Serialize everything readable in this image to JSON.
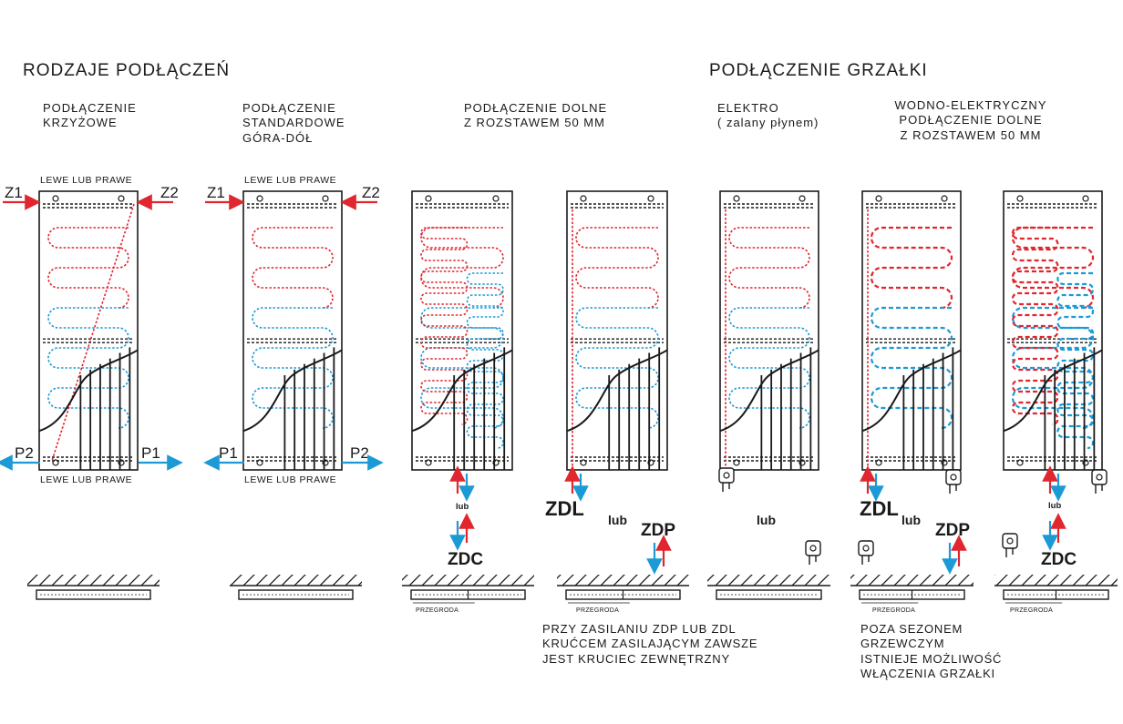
{
  "headings": {
    "left": "RODZAJE PODŁĄCZEŃ",
    "right": "PODŁĄCZENIE GRZAŁKI"
  },
  "variants": {
    "cross": "PODŁĄCZENIE\nKRZYŻOWE",
    "standard": "PODŁĄCZENIE\nSTANDARDOWE\nGÓRA-DÓŁ",
    "bottom50": "PODŁĄCZENIE DOLNE\nZ ROZSTAWEM 50 MM",
    "electro": "ELEKTRO\n( zalany płynem)",
    "water_electric": "WODNO-ELEKTRYCZNY\nPODŁĄCZENIE DOLNE\nZ ROZSTAWEM 50 MM"
  },
  "labels": {
    "left_or_right": "LEWE LUB PRAWE",
    "z1": "Z1",
    "z2": "Z2",
    "p1": "P1",
    "p2": "P2",
    "zdc": "ZDC",
    "zdl": "ZDL",
    "zdp": "ZDP",
    "lub": "lub",
    "partition": "PRZEGRODA"
  },
  "notes": {
    "zdp_zdl": "PRZY ZASILANIU ZDP LUB ZDL\nKRUĆCEM ZASILAJĄCYM ZAWSZE\nJEST KRUCIEC ZEWNĘTRZNY",
    "heater": "POZA  SEZONEM\nGRZEWCZYM\nISTNIEJE MOŻLIWOŚĆ\nWŁĄCZENIA GRZAŁKI"
  },
  "colors": {
    "hot": "#e0262e",
    "cold": "#1b9ad6",
    "line": "#1a1a1a"
  }
}
